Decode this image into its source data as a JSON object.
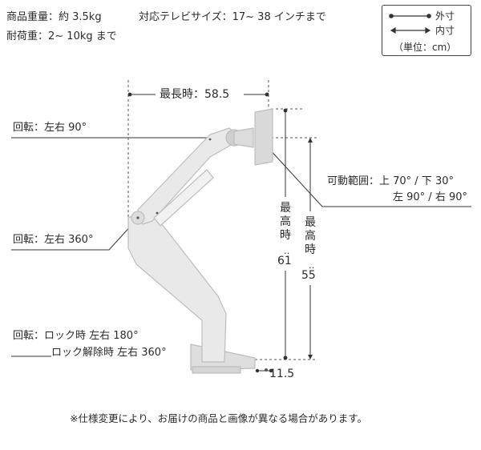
{
  "specs": {
    "weight": "商品重量：約 3.5kg",
    "load": "耐荷重：2~ 10kg まで",
    "tv_size": "対応テレビサイズ：17~ 38 インチまで"
  },
  "legend": {
    "outer": "外寸",
    "inner": "内寸",
    "unit": "（単位：cm）"
  },
  "dimensions": {
    "max_length": "最長時：58.5",
    "max_height_outer_label": "最高時",
    "max_height_outer_value": "61",
    "max_height_inner_label": "最高時",
    "max_height_inner_value": "55",
    "base_depth": "11.5"
  },
  "callouts": {
    "rotate_top": "回転：左右 90°",
    "rotate_mid": "回転：左右 360°",
    "rotate_base_line1": "回転：ロック時 左右 180°",
    "rotate_base_line2": "ロック解除時 左右 360°",
    "tilt_line1": "可動範囲：上 70° / 下 30°",
    "tilt_line2": "左 90° / 右 90°"
  },
  "footnote": "※仕様変更により、お届けの商品と画像が異なる場合があります。",
  "colors": {
    "arm_fill": "#e9e9e9",
    "arm_stroke": "#bdbdbd",
    "line": "#333333",
    "dashed": "#555555"
  }
}
